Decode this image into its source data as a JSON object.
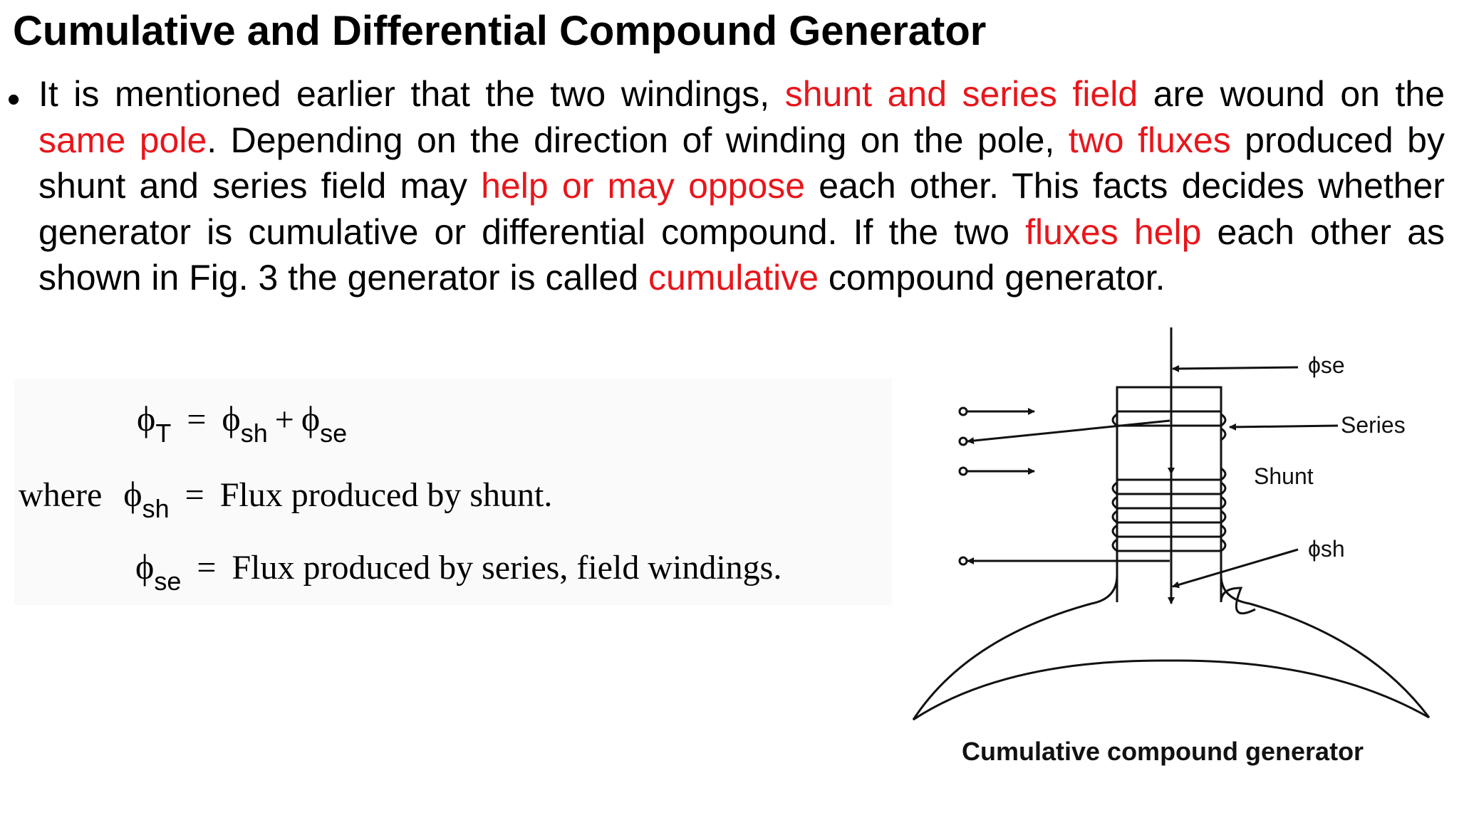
{
  "slide": {
    "title": "Cumulative and Differential Compound Generator"
  },
  "bullet": {
    "marker": "•",
    "segments": [
      {
        "text": "It is mentioned earlier that the two windings, ",
        "highlight": false
      },
      {
        "text": "shunt and series field",
        "highlight": true
      },
      {
        "text": " are wound on the ",
        "highlight": false
      },
      {
        "text": "same pole",
        "highlight": true
      },
      {
        "text": ". Depending on the direction of winding on the pole, ",
        "highlight": false
      },
      {
        "text": "two fluxes",
        "highlight": true
      },
      {
        "text": " produced by shunt and series field may ",
        "highlight": false
      },
      {
        "text": "help or may oppose",
        "highlight": true
      },
      {
        "text": " each other. This facts decides whether generator is cumulative or differential compound. If the two ",
        "highlight": false
      },
      {
        "text": "fluxes help",
        "highlight": true
      },
      {
        "text": " each other as shown in Fig. 3 the generator is called ",
        "highlight": false
      },
      {
        "text": "cumulative",
        "highlight": true
      },
      {
        "text": " compound generator.",
        "highlight": false
      }
    ]
  },
  "equations": {
    "phi": "ϕ",
    "main": {
      "lhs_sub": "T",
      "equals": "=",
      "term1_sub": "sh",
      "plus": "+",
      "term2_sub": "se"
    },
    "where_label": "where",
    "def_shunt": {
      "sub": "sh",
      "equals": "=",
      "text": "Flux produced by shunt."
    },
    "def_series": {
      "sub": "se",
      "equals": "=",
      "text": "Flux produced by series, field windings."
    }
  },
  "figure": {
    "label_phi_se": "ϕse",
    "label_series": "Series",
    "label_shunt": "Shunt",
    "label_phi_sh": "ϕsh",
    "caption": "Cumulative compound generator"
  },
  "colors": {
    "highlight": "#e8161b",
    "text": "#000000"
  }
}
